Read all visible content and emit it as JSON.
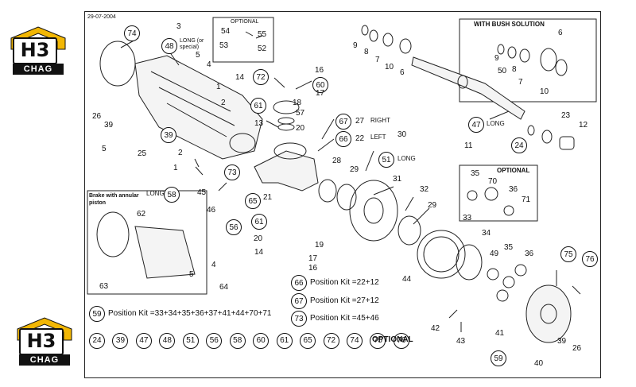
{
  "header": {
    "date": "29-07-2004"
  },
  "brand": {
    "mark": "H3",
    "name": "CHAG",
    "accent": "#f2b705"
  },
  "panels": {
    "optional_top": "OPTIONAL",
    "bush": "WITH BUSH SOLUTION",
    "optional_right": "OPTIONAL",
    "brake": "Brake with annular piston"
  },
  "notes": {
    "long_special": "LONG (or special)",
    "right": "RIGHT",
    "left": "LEFT",
    "long_a": "LONG",
    "long_b": "LONG",
    "long_c": "LONG"
  },
  "callouts": {
    "c74": "74",
    "c48": "48",
    "c3": "3",
    "c5a": "5",
    "c4a": "4",
    "c54": "54",
    "c55": "55",
    "c53": "53",
    "c52": "52",
    "c16a": "16",
    "c72": "72",
    "c14a": "14",
    "c60": "60",
    "c17a": "17",
    "c18": "18",
    "c1a": "1",
    "c2a": "2",
    "c26a": "26",
    "c39a": "39",
    "c61a": "61",
    "c57": "57",
    "c20a": "20",
    "c13": "13",
    "c5b": "5",
    "c25": "25",
    "c39b": "39",
    "c67": "67",
    "c27": "27",
    "c66": "66",
    "c22": "22",
    "c2b": "2",
    "c1b": "1",
    "c9a": "9",
    "c8a": "8",
    "c7a": "7",
    "c10a": "10",
    "c6a": "6",
    "c9b": "9",
    "c50": "50",
    "c8b": "8",
    "c7b": "7",
    "c6b": "6",
    "c10b": "10",
    "c47": "47",
    "c11": "11",
    "c23": "23",
    "c12": "12",
    "c24": "24",
    "c30": "30",
    "c51": "51",
    "c73": "73",
    "c58": "58",
    "c45": "45",
    "c46": "46",
    "c56": "56",
    "c28": "28",
    "c29a": "29",
    "c31": "31",
    "c32": "32",
    "c29b": "29",
    "c33": "33",
    "c34": "34",
    "c65": "65",
    "c21": "21",
    "c61b": "61",
    "c20b": "20",
    "c19": "19",
    "c14b": "14",
    "c17b": "17",
    "c16b": "16",
    "c62": "62",
    "c63": "63",
    "c5c": "5",
    "c4b": "4",
    "c64": "64",
    "c35a": "35",
    "c70": "70",
    "c36a": "36",
    "c71": "71",
    "c49": "49",
    "c35b": "35",
    "c36b": "36",
    "c44": "44",
    "c75": "75",
    "c76": "76",
    "c42": "42",
    "c43": "43",
    "c41": "41",
    "c39c": "39",
    "c26b": "26",
    "c59": "59",
    "c40": "40"
  },
  "kits": [
    {
      "num": "66",
      "text": "Position Kit =22+12"
    },
    {
      "num": "67",
      "text": "Position Kit =27+12"
    },
    {
      "num": "73",
      "text": "Position Kit =45+46"
    }
  ],
  "kit59": {
    "num": "59",
    "text": "Position Kit =33+34+35+36+37+41+44+70+71"
  },
  "optional_list": {
    "items": [
      "24",
      "39",
      "47",
      "48",
      "51",
      "56",
      "58",
      "60",
      "61",
      "65",
      "72",
      "74",
      "75",
      "76"
    ],
    "label": "OPTIONAL"
  }
}
